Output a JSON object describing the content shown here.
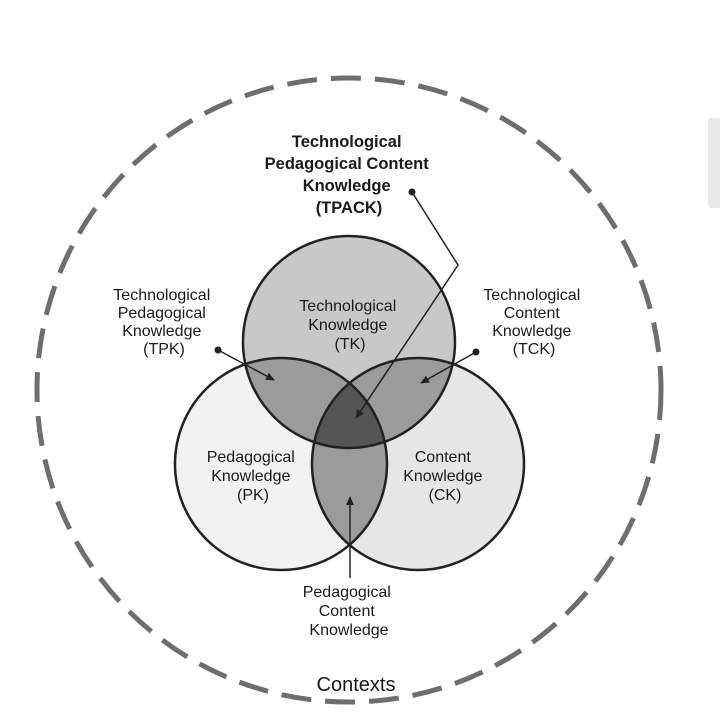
{
  "colors": {
    "tk_fill": "#c8c8c8",
    "pk_fill": "#f2f2f2",
    "ck_fill": "#e6e6e6",
    "pair_fill": "#9b9b9b",
    "center_fill": "#555555",
    "stroke": "#222222",
    "context_ring": "#6e6e6e"
  },
  "tpack": {
    "lines": [
      "Technological",
      "Pedagogical Content",
      "Knowledge",
      "(TPACK)"
    ]
  },
  "tk": {
    "lines": [
      "Technological",
      "Knowledge",
      "(TK)"
    ]
  },
  "pk": {
    "lines": [
      "Pedagogical",
      "Knowledge",
      "(PK)"
    ]
  },
  "ck": {
    "lines": [
      "Content",
      "Knowledge",
      "(CK)"
    ]
  },
  "tpk": {
    "lines": [
      "Technological",
      "Pedagogical",
      "Knowledge",
      "(TPK)"
    ]
  },
  "tck": {
    "lines": [
      "Technological",
      "Content",
      "Knowledge",
      "(TCK)"
    ]
  },
  "pck": {
    "lines": [
      "Pedagogical",
      "Content",
      "Knowledge"
    ]
  },
  "contexts": {
    "label": "Contexts"
  }
}
